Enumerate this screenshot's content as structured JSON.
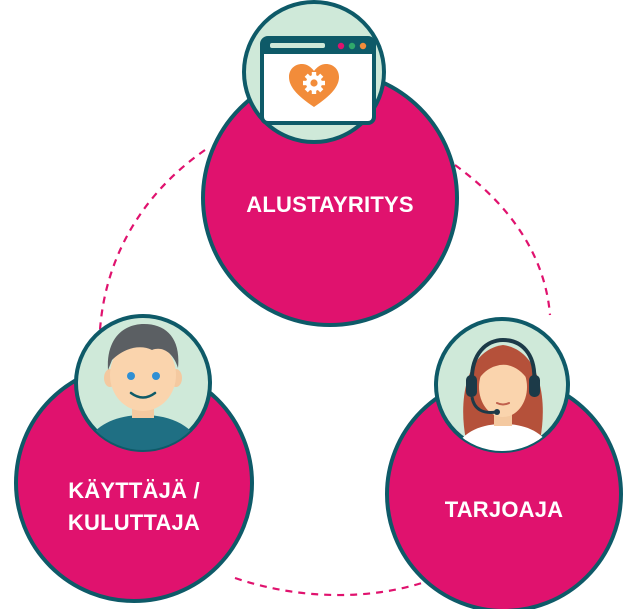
{
  "diagram": {
    "colors": {
      "circle_fill": "#e0126e",
      "circle_stroke": "#0e5a68",
      "icon_bg": "#cfe9d9",
      "connector": "#e0126e",
      "label": "#ffffff"
    },
    "nodes": [
      {
        "id": "alustayritys",
        "label_lines": [
          "ALUSTAYRITYS"
        ],
        "icon": "browser-heart-gear-icon"
      },
      {
        "id": "kayttaja",
        "label_lines": [
          "KÄYTTÄJÄ /",
          "KULUTTAJA"
        ],
        "icon": "user-boy-icon"
      },
      {
        "id": "tarjoaja",
        "label_lines": [
          "TARJOAJA"
        ],
        "icon": "customer-service-headset-icon"
      }
    ],
    "connectors": [
      {
        "from": "alustayritys",
        "to": "kayttaja",
        "style": "dashed"
      },
      {
        "from": "alustayritys",
        "to": "tarjoaja",
        "style": "dashed"
      },
      {
        "from": "kayttaja",
        "to": "tarjoaja",
        "style": "dashed"
      }
    ]
  }
}
